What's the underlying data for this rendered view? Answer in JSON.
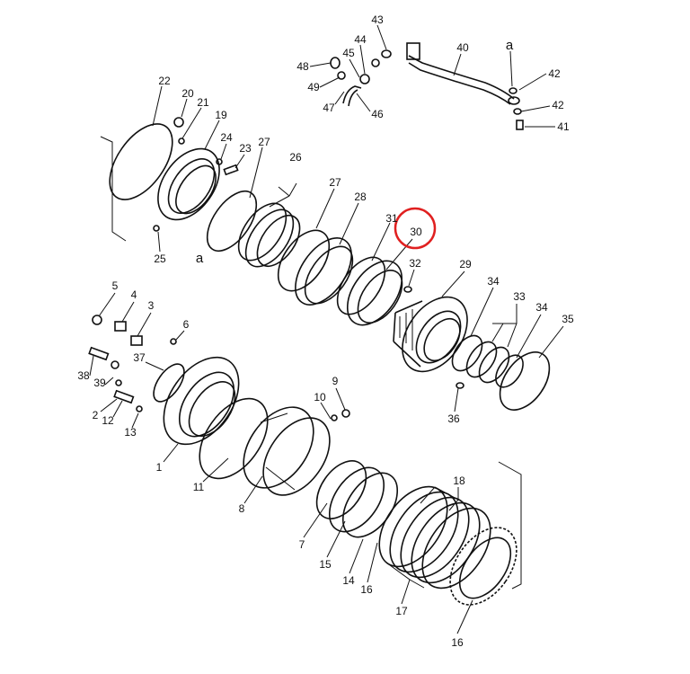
{
  "diagram": {
    "title": "Transmission clutch assembly exploded parts diagram",
    "highlight_color": "#e02020",
    "highlighted_part": "30",
    "labels": [
      "43",
      "44",
      "40",
      "a",
      "48",
      "45",
      "42",
      "49",
      "47",
      "46",
      "42",
      "41",
      "22",
      "20",
      "21",
      "19",
      "24",
      "23",
      "27",
      "26",
      "27",
      "28",
      "31",
      "30",
      "32",
      "29",
      "34",
      "33",
      "34",
      "35",
      "25",
      "a",
      "5",
      "4",
      "3",
      "6",
      "37",
      "38",
      "39",
      "10",
      "9",
      "2",
      "12",
      "13",
      "36",
      "1",
      "11",
      "8",
      "18",
      "7",
      "15",
      "14",
      "16",
      "17",
      "16"
    ]
  }
}
